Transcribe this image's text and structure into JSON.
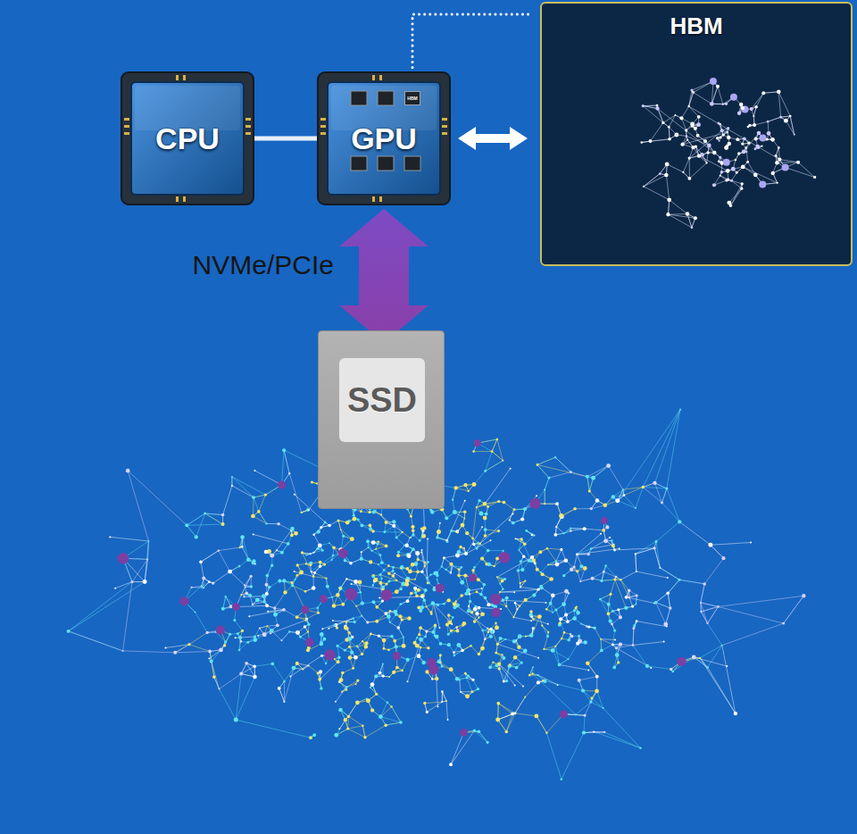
{
  "diagram": {
    "nodes": [
      {
        "text": [
          "CPU"
        ]
      },
      {
        "text": [
          "GPU"
        ]
      },
      {
        "text": [
          "HBM"
        ],
        "in": 1
      },
      {
        "text": [
          "HBM"
        ]
      },
      {
        "text": [
          "SSD"
        ]
      }
    ],
    "edges": [
      {
        "from": 0,
        "to": 1,
        "arrow": "none"
      },
      {
        "from": 1,
        "to": 3,
        "arrow": "both"
      },
      {
        "from": 2,
        "to": 3,
        "arrow": "none"
      },
      {
        "from": 1,
        "to": 4,
        "label": "NVMe/PCIe",
        "arrow": "both"
      }
    ]
  }
}
